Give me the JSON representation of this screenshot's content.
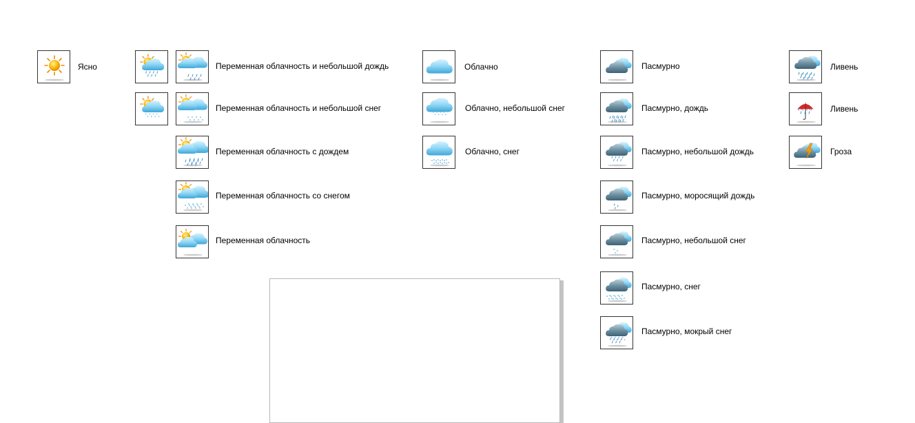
{
  "conditions": {
    "clear": "Ясно",
    "partly_light_rain": "Переменная облачность и небольшой дождь",
    "partly_light_snow": "Переменная облачность и небольшой снег",
    "partly_rain": "Переменная облачность с дождем",
    "partly_snow": "Переменная облачность со снегом",
    "partly": "Переменная облачность",
    "cloudy": "Облачно",
    "cloudy_light_snow": "Облачно, небольшой снег",
    "cloudy_snow": "Облачно, снег",
    "overcast": "Пасмурно",
    "overcast_rain": "Пасмурно, дождь",
    "overcast_light_rain": "Пасмурно, небольшой дождь",
    "overcast_drizzle": "Пасмурно, моросящий дождь",
    "overcast_light_snow": "Пасмурно, небольшой снег",
    "overcast_snow": "Пасмурно, снег",
    "overcast_sleet": "Пасмурно, мокрый снег",
    "shower": "Ливень",
    "shower_umbrella": "Ливень",
    "thunderstorm": "Гроза"
  },
  "icons": {
    "sun": "sun-icon",
    "partly_cloudy": "partly-cloudy-icon",
    "cloud": "cloud-icon",
    "dark_cloud": "dark-cloud-icon",
    "umbrella": "umbrella-icon",
    "lightning": "lightning-icon"
  },
  "colors": {
    "sun": "#f7b400",
    "sun_rays": "#f08a00",
    "cloud_light": "#8fd6f5",
    "cloud_dark": "#5a7f92",
    "rain": "#3d8fc2",
    "umbrella": "#d42a2a",
    "lightning": "#f2a200"
  }
}
